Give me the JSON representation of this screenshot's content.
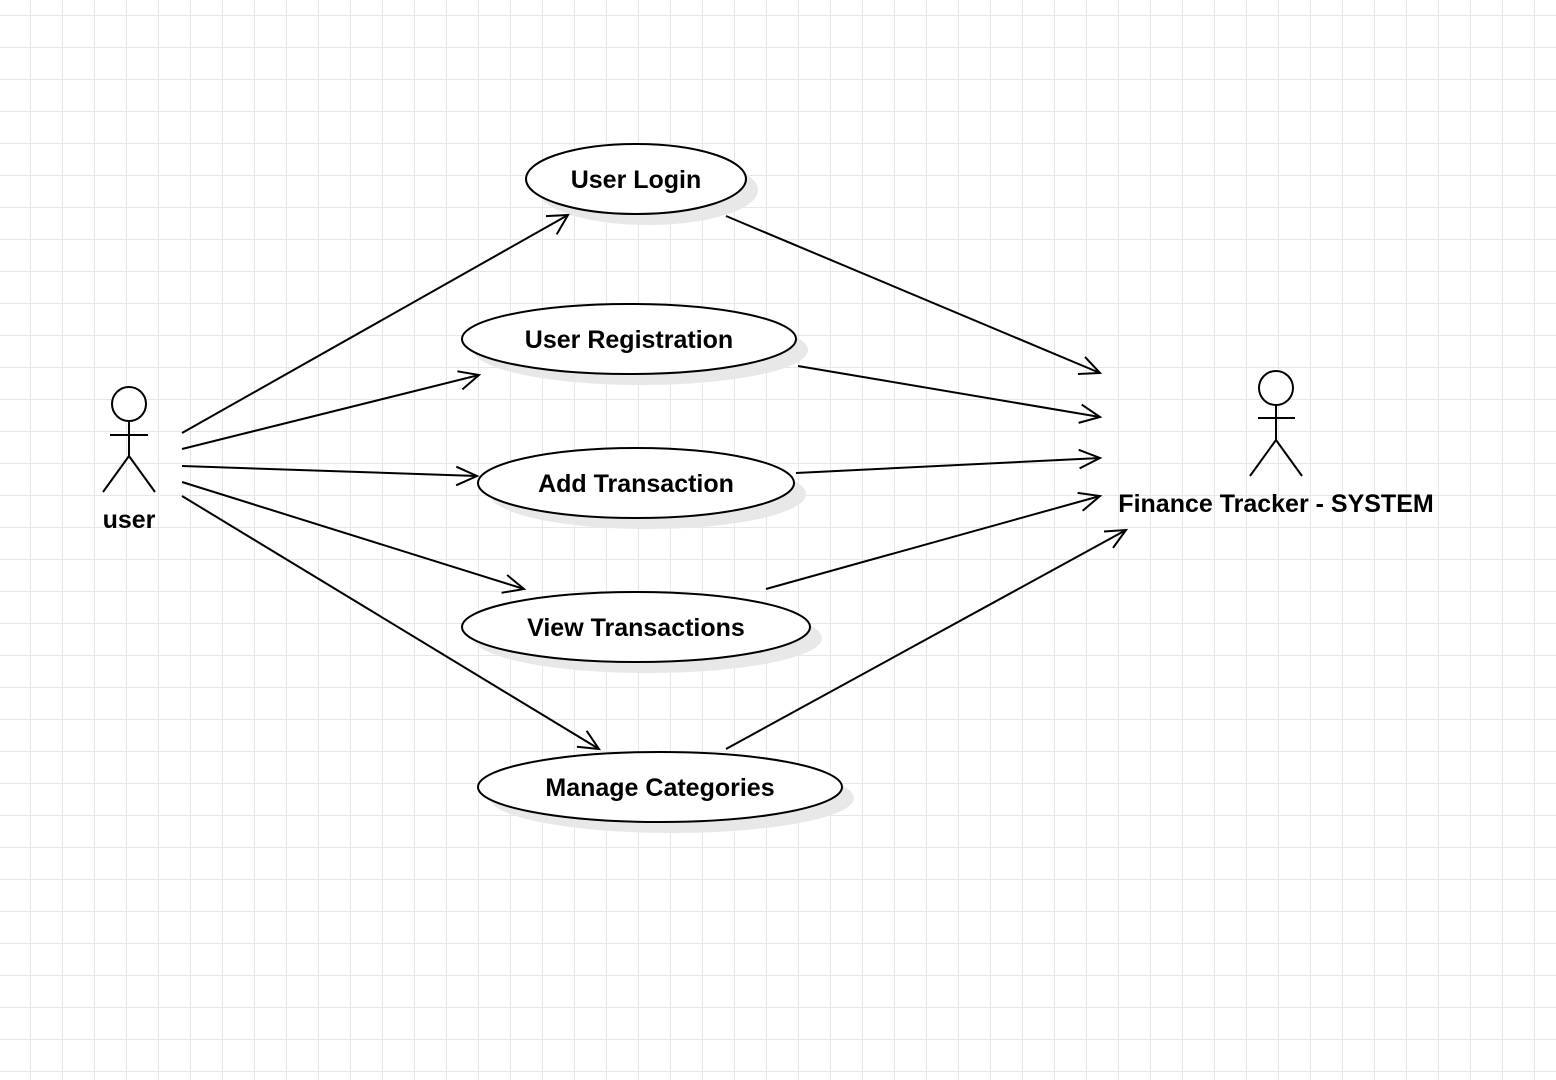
{
  "diagram": {
    "actors": [
      {
        "id": "user",
        "label": "user"
      },
      {
        "id": "system",
        "label": "Finance Tracker - SYSTEM"
      }
    ],
    "use_cases": [
      {
        "id": "login",
        "label": "User Login"
      },
      {
        "id": "registration",
        "label": "User Registration"
      },
      {
        "id": "add_transaction",
        "label": "Add Transaction"
      },
      {
        "id": "view_transactions",
        "label": "View Transactions"
      },
      {
        "id": "manage_categories",
        "label": "Manage Categories"
      }
    ],
    "associations": [
      {
        "from": "user",
        "to": "login"
      },
      {
        "from": "user",
        "to": "registration"
      },
      {
        "from": "user",
        "to": "add_transaction"
      },
      {
        "from": "user",
        "to": "view_transactions"
      },
      {
        "from": "user",
        "to": "manage_categories"
      },
      {
        "from": "login",
        "to": "system"
      },
      {
        "from": "registration",
        "to": "system"
      },
      {
        "from": "add_transaction",
        "to": "system"
      },
      {
        "from": "view_transactions",
        "to": "system"
      },
      {
        "from": "manage_categories",
        "to": "system"
      }
    ],
    "colors": {
      "stroke": "#000000",
      "ellipse_fill": "#ffffff",
      "shadow": "#e8e8e8",
      "grid": "#e6e6e6"
    }
  }
}
